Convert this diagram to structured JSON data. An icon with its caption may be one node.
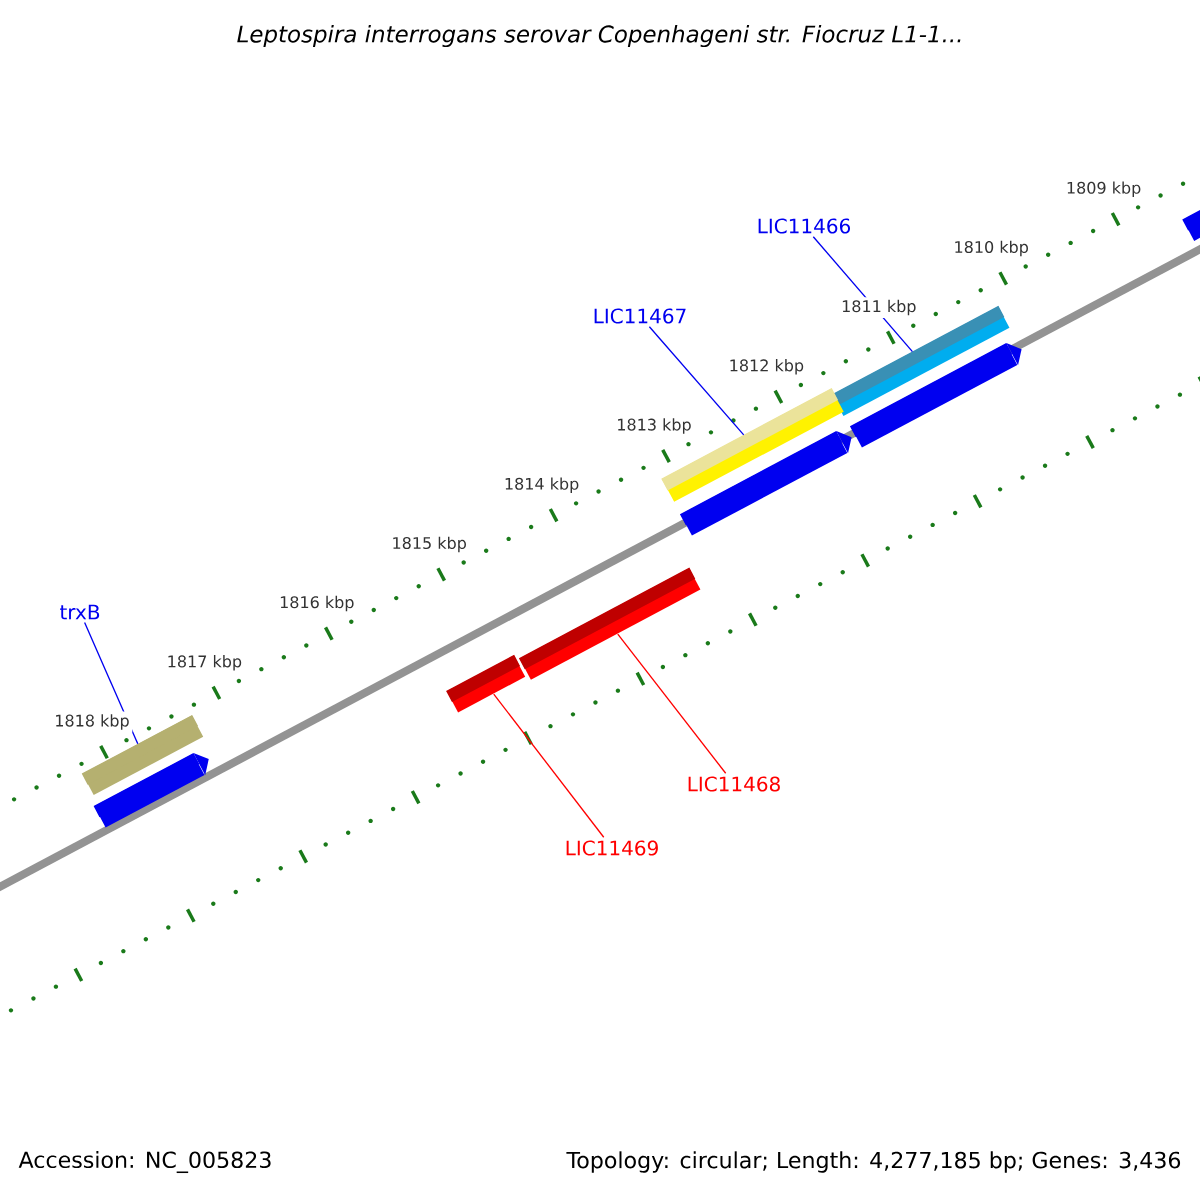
{
  "diagram": {
    "title": "Leptospira interrogans serovar Copenhageni str. Fiocruz L1-1...",
    "nodes": [
      {
        "text": [
          "LIC11466"
        ]
      },
      {
        "text": [],
        "shape": "bar"
      },
      {
        "text": [
          "LIC11467"
        ]
      },
      {
        "text": [],
        "shape": "bar"
      },
      {
        "text": [
          "trxB"
        ]
      },
      {
        "text": [],
        "shape": "bar"
      },
      {
        "text": [
          "LIC11468"
        ]
      },
      {
        "text": [],
        "shape": "bar"
      },
      {
        "text": [
          "LIC11469"
        ]
      },
      {
        "text": [],
        "shape": "bar"
      },
      {
        "text": [],
        "shape": "bar"
      },
      {
        "text": [],
        "shape": "bar"
      },
      {
        "text": [],
        "shape": "bar"
      },
      {
        "text": [],
        "shape": "bar"
      }
    ],
    "edges": [
      {
        "from": 0,
        "to": 1,
        "arrow": "none"
      },
      {
        "from": 2,
        "to": 3,
        "arrow": "none"
      },
      {
        "from": 4,
        "to": 5,
        "arrow": "none"
      },
      {
        "from": 6,
        "to": 7,
        "arrow": "none",
        "color": "#ff0000"
      },
      {
        "from": 8,
        "to": 9,
        "arrow": "none",
        "color": "#ff0000"
      }
    ],
    "labels": [
      "1809 kbp",
      "1810 kbp",
      "1811 kbp",
      "1812 kbp",
      "1813 kbp",
      "1814 kbp",
      "1815 kbp",
      "1816 kbp",
      "1817 kbp",
      "1818 kbp",
      "Accession: NC_005823",
      "Topology: circular; Length: 4,277,185 bp; Genes: 3,436"
    ]
  }
}
